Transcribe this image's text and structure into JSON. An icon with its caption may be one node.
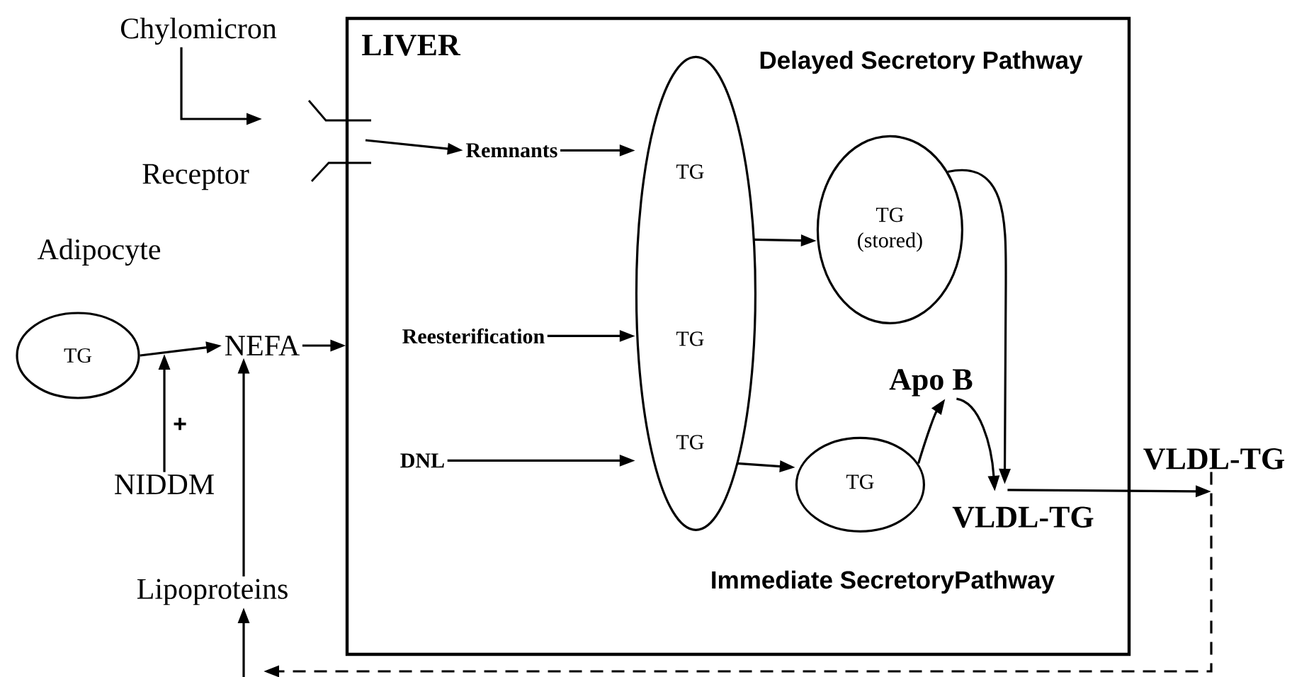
{
  "diagram": {
    "nodes": [
      {
        "text": [
          "LIVER"
        ]
      },
      {
        "text": [
          "Chylomicron"
        ]
      },
      {
        "text": [
          "Receptor"
        ]
      },
      {
        "text": [
          "TG"
        ],
        "beside": [
          "Adipocyte"
        ]
      },
      {
        "text": [
          "NEFA"
        ]
      },
      {
        "text": [
          "NIDDM"
        ]
      },
      {
        "text": [
          "Lipoproteins"
        ]
      },
      {
        "text": [
          "Remnants"
        ],
        "in": 0
      },
      {
        "text": [
          "Reesterification"
        ],
        "in": 0
      },
      {
        "text": [
          "DNL"
        ],
        "in": 0
      },
      {
        "text": [
          "TG",
          "TG",
          "TG"
        ],
        "in": 0
      },
      {
        "text": [
          "TG (stored)"
        ],
        "in": 0
      },
      {
        "text": [
          "TG"
        ],
        "in": 0
      },
      {
        "text": [
          "Apo B"
        ],
        "in": 0
      },
      {
        "text": [
          "VLDL-TG"
        ],
        "in": 0
      },
      {
        "text": [
          "VLDL-TG"
        ]
      }
    ],
    "edges": [
      {
        "from": 1,
        "to": null,
        "arrow": "to"
      },
      {
        "from": null,
        "to": 7,
        "arrow": "to"
      },
      {
        "from": 7,
        "to": 10,
        "arrow": "to"
      },
      {
        "from": 8,
        "to": 10,
        "arrow": "to"
      },
      {
        "from": 9,
        "to": 10,
        "arrow": "to"
      },
      {
        "from": 3,
        "to": 4,
        "arrow": "to"
      },
      {
        "from": 5,
        "to": null,
        "arrow": "to",
        "label": "+"
      },
      {
        "from": 6,
        "to": 4,
        "arrow": "to"
      },
      {
        "from": 4,
        "to": 0,
        "arrow": "to"
      },
      {
        "from": 10,
        "to": 11,
        "arrow": "to"
      },
      {
        "from": 10,
        "to": 12,
        "arrow": "to"
      },
      {
        "from": 11,
        "to": 14,
        "arrow": "to"
      },
      {
        "from": 12,
        "to": 13,
        "arrow": "to"
      },
      {
        "from": 13,
        "to": 14,
        "arrow": "to"
      },
      {
        "from": 14,
        "to": 15,
        "arrow": "to"
      },
      {
        "from": 15,
        "to": null,
        "arrow": "to",
        "style": "dashed"
      },
      {
        "from": null,
        "to": 6,
        "arrow": "to"
      }
    ],
    "labels": [
      "Delayed Secretory Pathway",
      "Immediate SecretoryPathway"
    ]
  }
}
